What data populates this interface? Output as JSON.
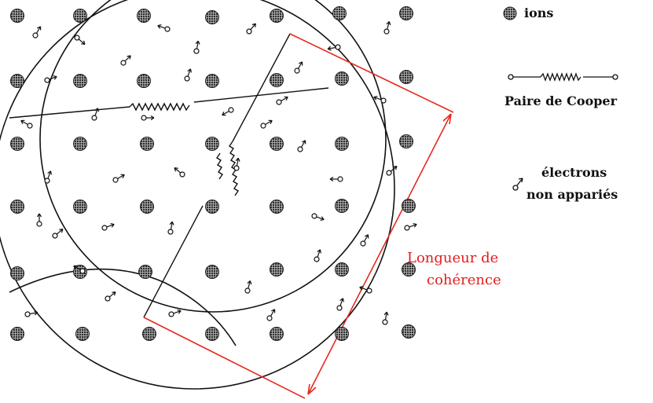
{
  "legend": {
    "ions_label": "ions",
    "cooper_label": "Paire de Cooper",
    "electrons_line1": "électrons",
    "electrons_line2": "non appariés"
  },
  "annotation": {
    "coherence_line1": "Longueur de",
    "coherence_line2": "cohérence"
  },
  "colors": {
    "ion_fill": "#3a3a3a",
    "line": "#111111",
    "coherence": "#e8291f"
  },
  "icons": {
    "ion": "hatched-circle-icon",
    "cooper_pair": "spring-pair-icon",
    "electron": "electron-arrow-icon"
  }
}
